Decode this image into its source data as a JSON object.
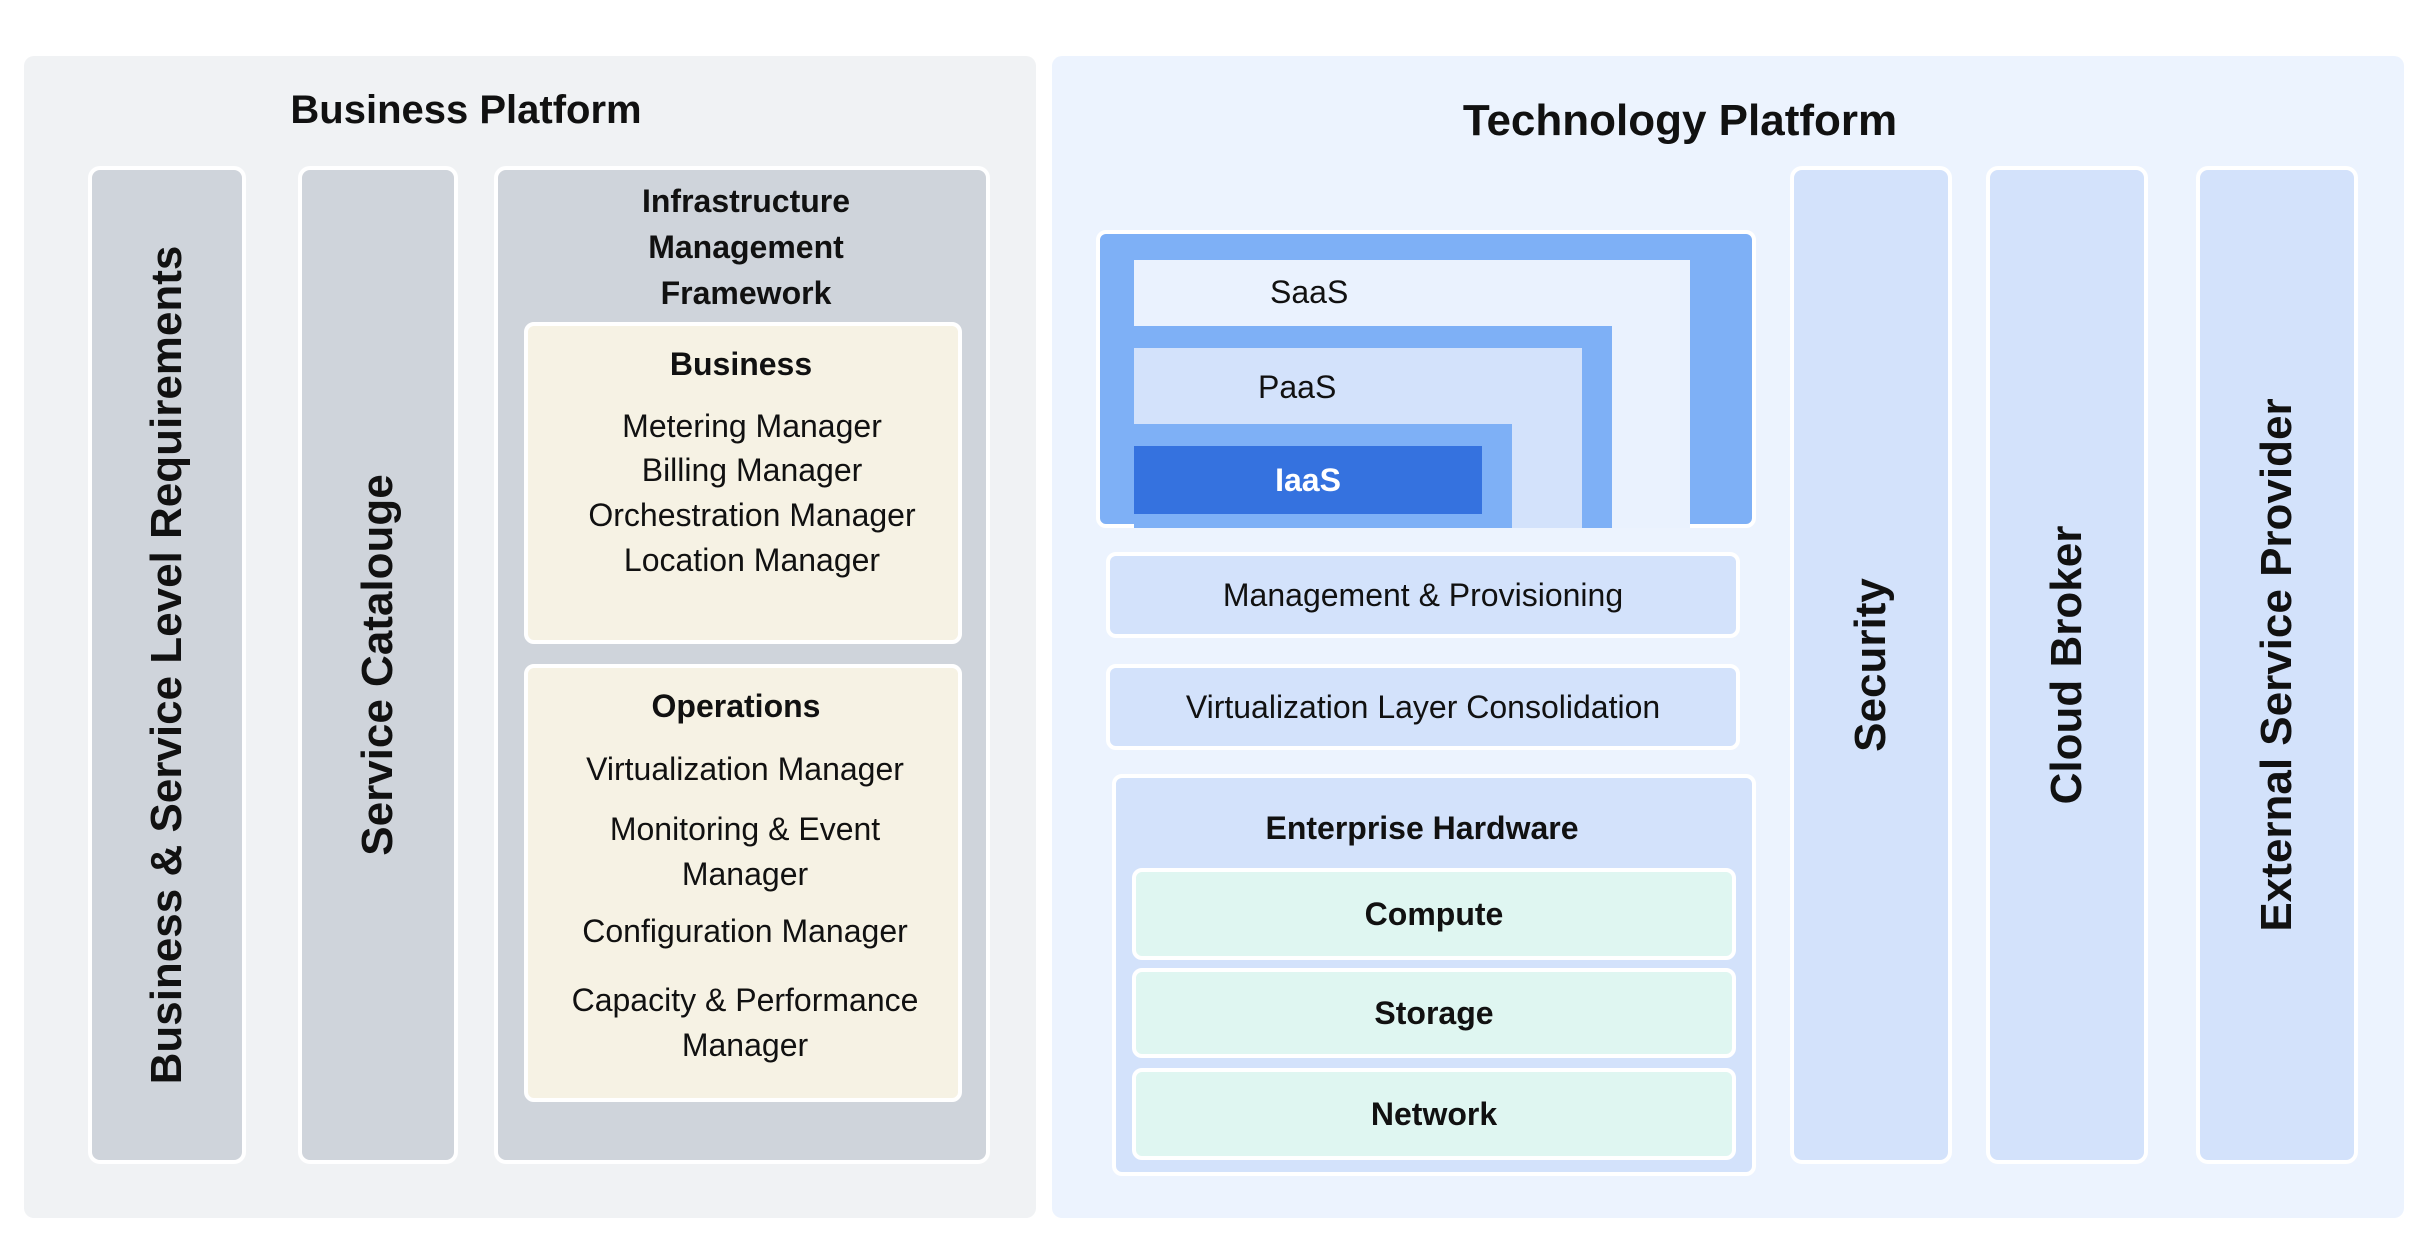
{
  "business_platform": {
    "title": "Business Platform",
    "columns": [
      {
        "label": "Business & Service Level  Requirements"
      },
      {
        "label": "Service Catalouge"
      }
    ],
    "imf": {
      "title_lines": [
        "Infrastructure",
        "Management",
        "Framework"
      ],
      "business": {
        "title": "Business",
        "items": [
          "Metering Manager",
          "Billing Manager",
          "Orchestration Manager",
          "Location Manager"
        ]
      },
      "operations": {
        "title": "Operations",
        "items": [
          [
            "Virtualization Manager"
          ],
          [
            "Monitoring & Event",
            "Manager"
          ],
          [
            "Configuration Manager"
          ],
          [
            "Capacity & Performance",
            "Manager"
          ]
        ]
      }
    }
  },
  "technology_platform": {
    "title": "Technology Platform",
    "layers": {
      "saas": "SaaS",
      "paas": "PaaS",
      "iaas": "IaaS"
    },
    "bands": [
      "Management & Provisioning",
      "Virtualization Layer Consolidation"
    ],
    "enterprise_hardware": {
      "title": "Enterprise Hardware",
      "items": [
        "Compute",
        "Storage",
        "Network"
      ]
    },
    "columns": [
      {
        "label": "Security"
      },
      {
        "label": "Cloud Broker"
      },
      {
        "label": "External Service Provider"
      }
    ]
  },
  "colors": {
    "business_background": "#f0f2f4",
    "technology_background": "#ecf3fe",
    "gray_column": "#cfd4db",
    "blue_column": "#d3e2fb",
    "card_cream": "#f6f2e4",
    "saas_frame": "#7eb0f6",
    "iaas_fill": "#3572df",
    "hardware_mint": "#dff6f1"
  }
}
